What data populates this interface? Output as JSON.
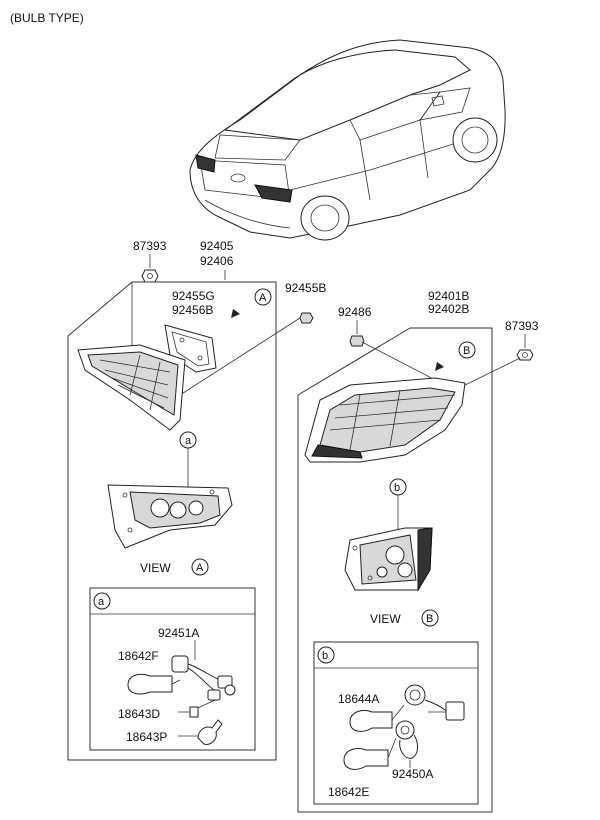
{
  "header": {
    "title": "(BULB TYPE)"
  },
  "labels": {
    "p87393_left": "87393",
    "p92405": "92405",
    "p92406": "92406",
    "p92455G": "92455G",
    "p92456B": "92456B",
    "p92455B": "92455B",
    "p92486": "92486",
    "p92401B": "92401B",
    "p92402B": "92402B",
    "p87393_right": "87393",
    "p92451A": "92451A",
    "p18642F": "18642F",
    "p18643D": "18643D",
    "p18643P": "18643P",
    "p18644A": "18644A",
    "p92450A": "92450A",
    "p18642E": "18642E"
  },
  "views": {
    "view_word": "VIEW",
    "view_a_letter": "A",
    "view_b_letter": "B",
    "circle_a": "a",
    "circle_b": "b"
  },
  "detail_boxes": {
    "box_a_tag": "a",
    "box_b_tag": "b"
  }
}
